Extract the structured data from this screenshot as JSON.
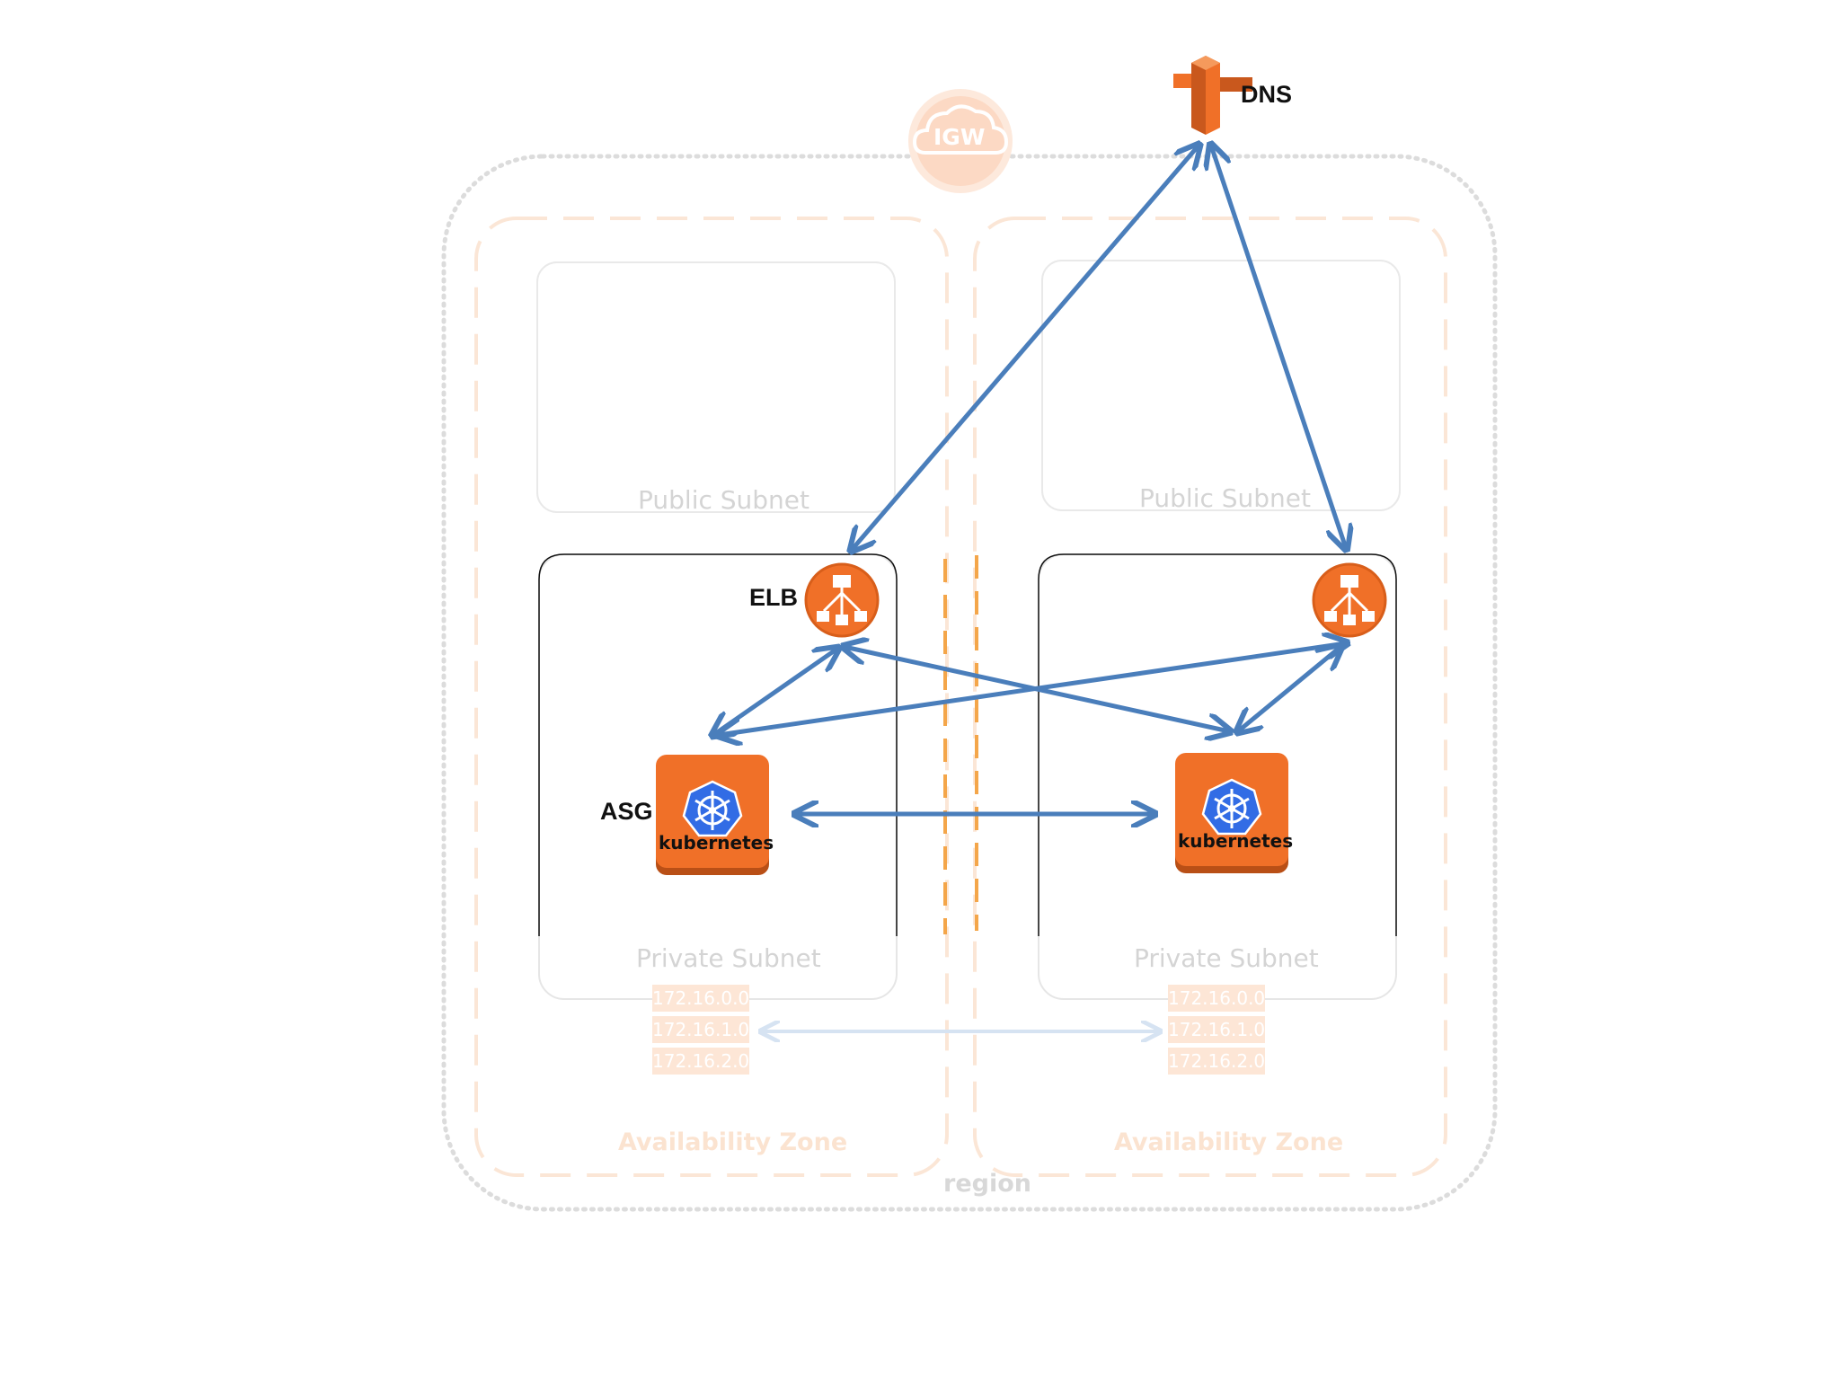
{
  "igw": {
    "label": "IGW"
  },
  "dns": {
    "label": "DNS"
  },
  "region": {
    "label": "region"
  },
  "availability_zones": [
    {
      "label": "Availability Zone"
    },
    {
      "label": "Availability Zone"
    }
  ],
  "public_subnets": [
    {
      "label": "Public Subnet"
    },
    {
      "label": "Public Subnet"
    }
  ],
  "private_subnets": [
    {
      "label": "Private Subnet"
    },
    {
      "label": "Private Subnet"
    }
  ],
  "elb": {
    "label": "ELB"
  },
  "asg": {
    "label": "ASG"
  },
  "kubernetes_nodes": [
    {
      "label": "kubernetes"
    },
    {
      "label": "kubernetes"
    }
  ],
  "route_tables": [
    {
      "entries": [
        "172.16.0.0",
        "172.16.1.0",
        "172.16.2.0"
      ]
    },
    {
      "entries": [
        "172.16.0.0",
        "172.16.1.0",
        "172.16.2.0"
      ]
    }
  ],
  "colors": {
    "aws_orange": "#f07028",
    "arrow_blue": "#4a7ebb",
    "kubernetes_blue": "#326ce5"
  }
}
